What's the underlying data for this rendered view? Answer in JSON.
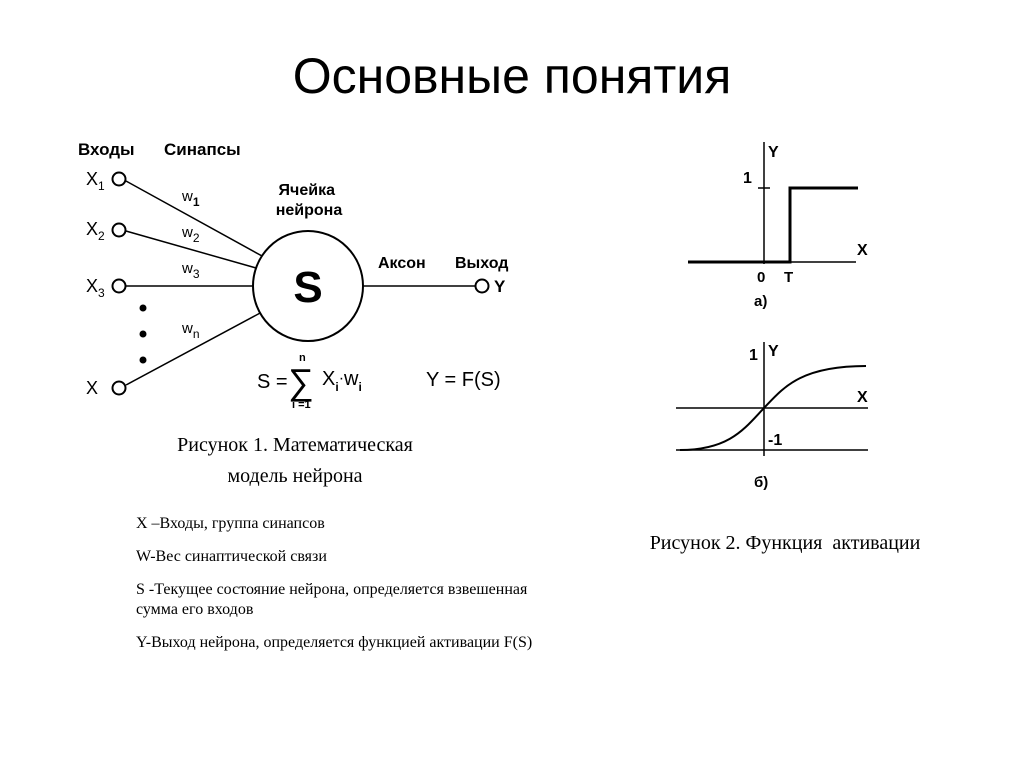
{
  "slide": {
    "title": "Основные понятия"
  },
  "neuron": {
    "inputs_label": "Входы",
    "synapses_label": "Синапсы",
    "cell_label_1": "Ячейка",
    "cell_label_2": "нейрона",
    "soma": "S",
    "axon_label": "Аксон",
    "output_label": "Выход",
    "output_symbol": "Y",
    "inputs": [
      {
        "base": "X",
        "sub": "1"
      },
      {
        "base": "X",
        "sub": "2"
      },
      {
        "base": "X",
        "sub": "3"
      },
      {
        "base": "X",
        "sub": ""
      }
    ],
    "weights": [
      {
        "base": "w",
        "sub": "1"
      },
      {
        "base": "w",
        "sub": "2"
      },
      {
        "base": "w",
        "sub": "3"
      },
      {
        "base": "w",
        "sub": "n"
      }
    ],
    "formula_sum": {
      "lhs": "S =",
      "sigma": "∑",
      "upper": "n",
      "lower": "i =1",
      "x": "X",
      "x_sub": "i",
      "dot": "·",
      "w": "w",
      "w_sub": "i"
    },
    "formula_output": "Y = F(S)"
  },
  "caption1": {
    "line1": "Рисунок 1. Математическая",
    "line2": "модель нейрона"
  },
  "notes": [
    "X –Входы, группа синапсов",
    "W-Вес синаптической связи",
    "S -Текущее состояние нейрона, определяется взвешенная сумма его входов",
    "Y-Выход нейрона, определяется функцией активации F(S)"
  ],
  "activation": {
    "step": {
      "y_axis": "Y",
      "x_axis": "X",
      "one": "1",
      "zero": "0",
      "threshold": "T",
      "label": "а)",
      "y_low": 0,
      "y_high": 1
    },
    "sigmoid": {
      "y_axis": "Y",
      "x_axis": "X",
      "one": "1",
      "minus_one": "-1",
      "label": "б)",
      "y_min": -1,
      "y_max": 1
    }
  },
  "caption2": "Рисунок 2. Функция  активации"
}
